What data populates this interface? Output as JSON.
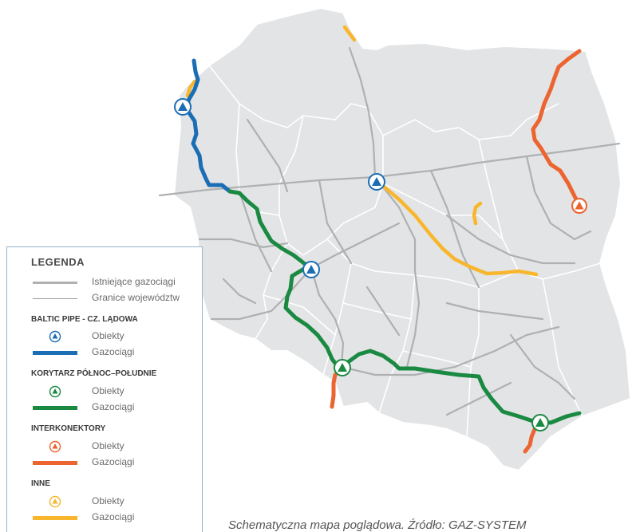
{
  "legend": {
    "title": "LEGENDA",
    "existing_label": "Istniejące gazociągi",
    "borders_label": "Granice województw",
    "groups": [
      {
        "heading": "BALTIC PIPE - CZ. LĄDOWA",
        "objects_label": "Obiekty",
        "pipes_label": "Gazociągi",
        "color": "#1b6db4"
      },
      {
        "heading": "KORYTARZ PÓŁNOC–POŁUDNIE",
        "objects_label": "Obiekty",
        "pipes_label": "Gazociągi",
        "color": "#1a8a43"
      },
      {
        "heading": "INTERKONEKTORY",
        "objects_label": "Obiekty",
        "pipes_label": "Gazociągi",
        "color": "#ec6430"
      },
      {
        "heading": "INNE",
        "objects_label": "Obiekty",
        "pipes_label": "Gazociągi",
        "color": "#f8b62d"
      }
    ]
  },
  "caption": "Schematyczna mapa poglądowa. Źródło: GAZ-SYSTEM",
  "colors": {
    "land": "#e3e4e6",
    "borders": "#ffffff",
    "existing_pipes": "#aeb0b2",
    "baltic_pipe": "#1b6db4",
    "north_south": "#1a8a43",
    "interconnectors": "#ec6430",
    "other": "#f8b62d"
  }
}
